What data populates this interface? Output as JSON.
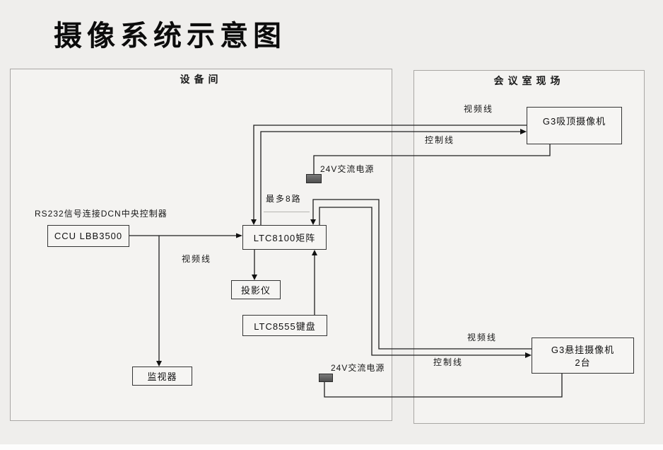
{
  "page": {
    "title": "摄像系统示意图"
  },
  "regions": {
    "equipment_room": {
      "title": "设备间"
    },
    "conference_room": {
      "title": "会议室现场"
    }
  },
  "nodes": {
    "ccu": {
      "label": "CCU LBB3500"
    },
    "matrix": {
      "label": "LTC8100矩阵"
    },
    "projector": {
      "label": "投影仪"
    },
    "keyboard": {
      "label": "LTC8555键盘"
    },
    "monitor": {
      "label": "监视器"
    },
    "ceiling_camera": {
      "label": "G3吸顶摄像机"
    },
    "hanging_camera": {
      "line1": "G3悬挂摄像机",
      "line2": "2台"
    }
  },
  "wire_labels": {
    "rs232_note": "RS232信号连接DCN中央控制器",
    "max_channels": "最多8路",
    "video_to_display": "视频线",
    "ceiling_video": "视频线",
    "ceiling_control": "控制线",
    "ceiling_power": "24V交流电源",
    "hanging_video": "视频线",
    "hanging_control": "控制线",
    "hanging_power": "24V交流电源"
  },
  "colors": {
    "canvas_bg": "#efeeec",
    "region_bg": "#f4f3f1",
    "region_border": "#a9a7a4",
    "node_border": "#343434",
    "wire": "#1f1f1f",
    "power_block": "#5d5d5d",
    "text": "#111111"
  }
}
